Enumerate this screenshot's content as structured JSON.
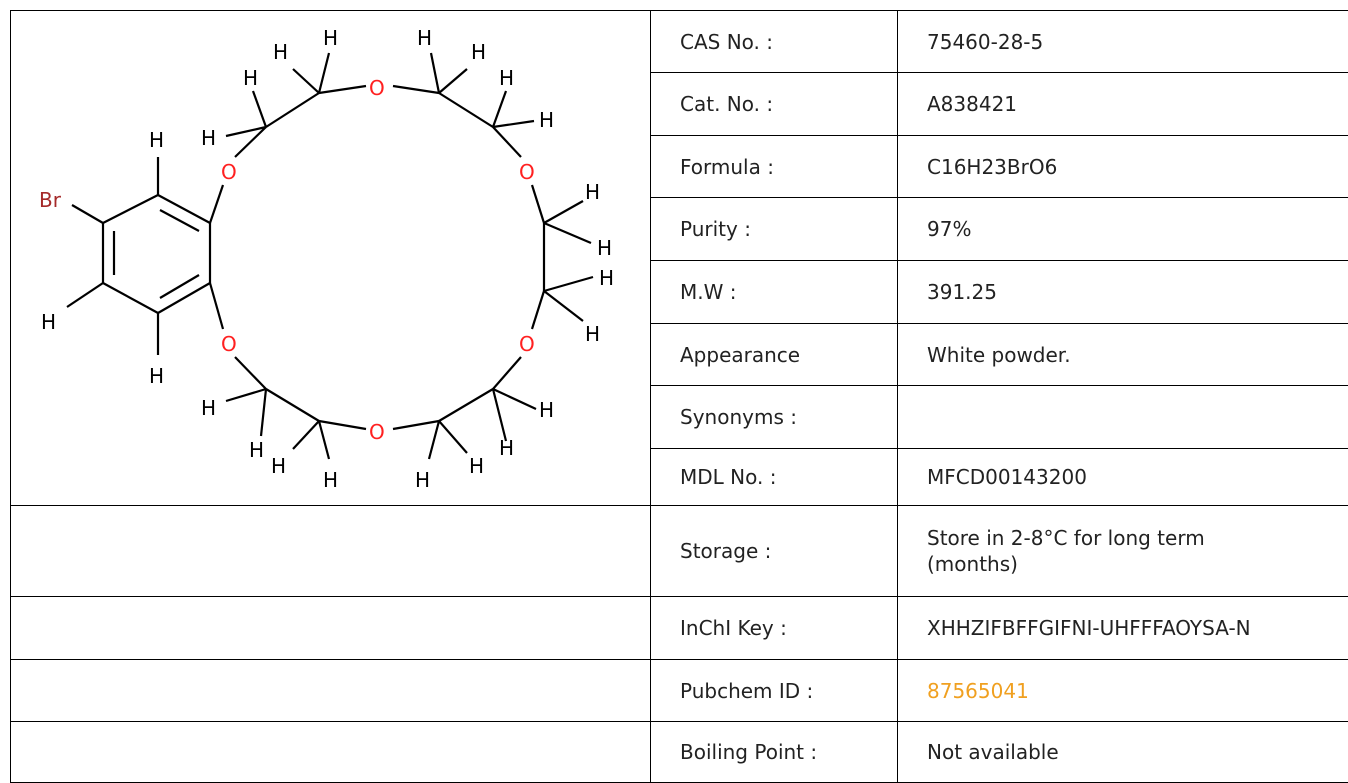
{
  "structure": {
    "element_colors": {
      "bond": "#000000",
      "oxygen": "#ff0000",
      "bromine": "#a52a2a",
      "hydrogen": "#000000"
    },
    "atom_labels": {
      "H": "H",
      "O": "O",
      "Br": "Br"
    }
  },
  "properties": [
    {
      "label": "CAS No. :",
      "value": "75460-28-5"
    },
    {
      "label": "Cat. No. :",
      "value": "A838421"
    },
    {
      "label": "Formula :",
      "value": "C16H23BrO6"
    },
    {
      "label": "Purity :",
      "value": "97%"
    },
    {
      "label": "M.W :",
      "value": "391.25"
    },
    {
      "label": "Appearance",
      "value": "White powder."
    },
    {
      "label": "Synonyms :",
      "value": ""
    },
    {
      "label": "MDL No. :",
      "value": "MFCD00143200"
    },
    {
      "label": "Storage :",
      "value": "Store in 2-8°C for long term (months)"
    },
    {
      "label": "InChI Key :",
      "value": "XHHZIFBFFGIFNI-UHFFFAOYSA-N"
    },
    {
      "label": "Pubchem ID :",
      "value": "87565041",
      "link_color": "#f0a020"
    },
    {
      "label": "Boiling Point :",
      "value": "Not available"
    }
  ]
}
